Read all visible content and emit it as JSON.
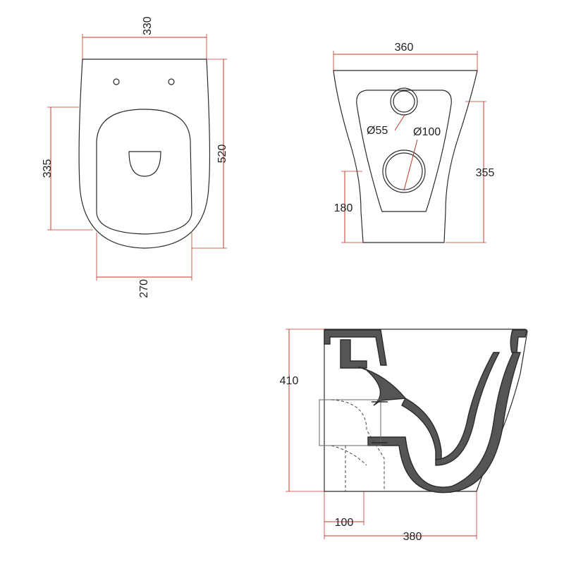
{
  "top_view": {
    "width_label": "330",
    "length_label": "520",
    "seat_length_label": "335",
    "base_width_label": "270"
  },
  "rear_view": {
    "width_label": "360",
    "height_label": "355",
    "lower_height_label": "180",
    "small_pipe_label": "Ø55",
    "large_pipe_label": "Ø100"
  },
  "side_view": {
    "height_label": "410",
    "outlet_offset_label": "100",
    "depth_label": "380"
  },
  "colors": {
    "dimension_line": "#c0392b",
    "outline": "#2b2b2b",
    "fill": "#555555"
  }
}
